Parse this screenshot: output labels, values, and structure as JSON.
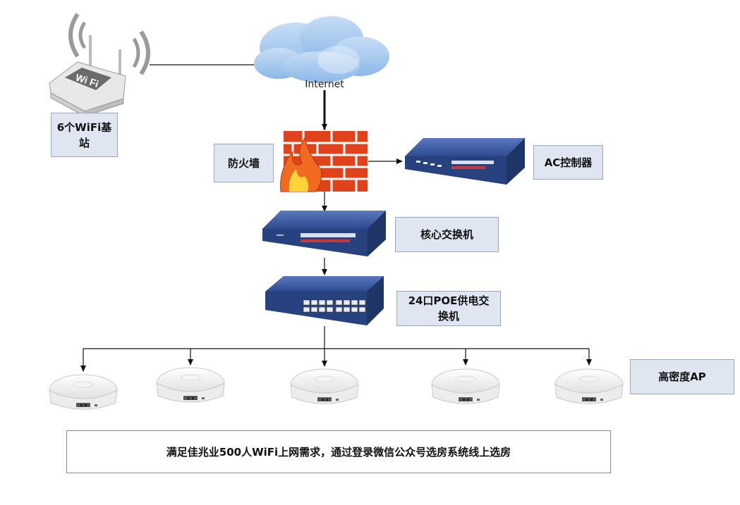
{
  "nodes": {
    "wifi_base": {
      "label": "6个WiFi基\n站"
    },
    "internet": {
      "label": "Internet"
    },
    "firewall": {
      "label": "防火墙"
    },
    "ac_controller": {
      "label": "AC控制器"
    },
    "core_switch": {
      "label": "核心交换机"
    },
    "poe_switch": {
      "label": "24口POE供电交\n换机"
    },
    "ap": {
      "label": "高密度AP"
    }
  },
  "wifi_logo_text": "Wi Fi",
  "footer": {
    "text": "满足佳兆业500人WiFi上网需求，通过登录微信公众号选房系统线上选房"
  },
  "colors": {
    "label_box": "#dfe6f2",
    "switch_blue": "#2f4f95",
    "firewall_brick": "#e0431c",
    "cloud": "#9ec4ee"
  },
  "icons": {
    "wifi_base": "wifi-router-icon",
    "internet": "cloud-icon",
    "firewall": "firewall-icon",
    "ac_controller": "network-device-icon",
    "core_switch": "switch-icon",
    "poe_switch": "poe-switch-icon",
    "ap": "access-point-icon"
  }
}
